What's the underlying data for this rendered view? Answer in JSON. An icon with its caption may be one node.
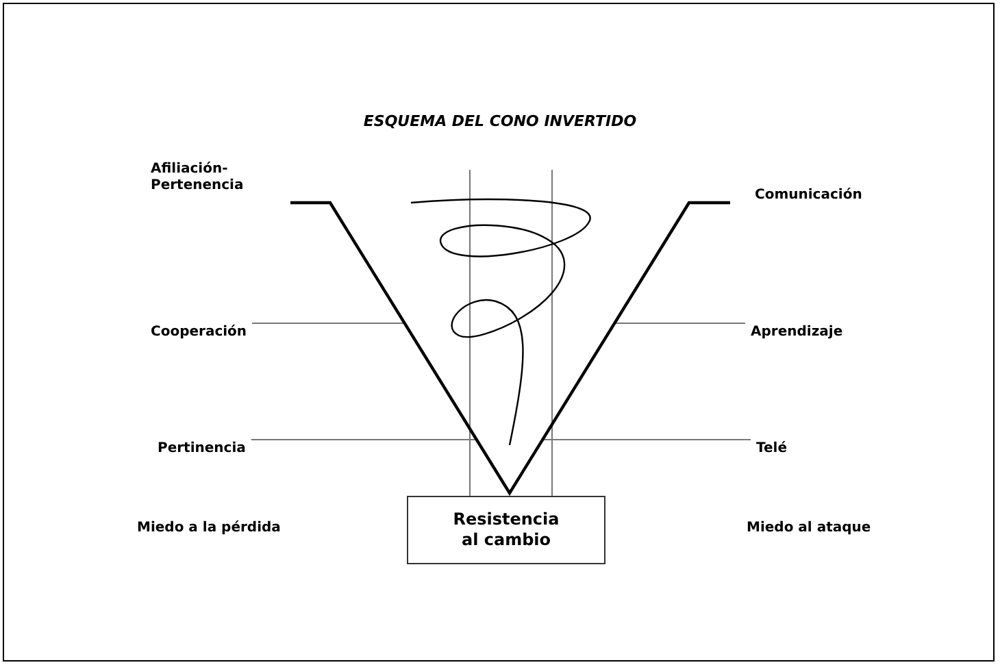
{
  "diagram": {
    "title": "ESQUEMA DEL CONO INVERTIDO",
    "nodes": [
      {
        "text": [],
        "shape": "picture"
      },
      {
        "text": [
          "Cooperación"
        ]
      },
      {
        "text": [
          "Aprendizaje"
        ]
      },
      {
        "text": [
          "Pertinencia"
        ]
      },
      {
        "text": [
          "Telé"
        ]
      },
      {
        "text": [
          "Resistencia al cambio"
        ]
      }
    ],
    "edges": [
      {
        "from": 1,
        "to": 0,
        "arrow": "none"
      },
      {
        "from": 2,
        "to": 0,
        "arrow": "none"
      },
      {
        "from": 3,
        "to": 0,
        "arrow": "none"
      },
      {
        "from": 4,
        "to": 0,
        "arrow": "none"
      }
    ],
    "labels": [
      "Afiliación-Pertenencia",
      "Comunicación",
      "Miedo a la pérdida",
      "Miedo al ataque"
    ]
  }
}
